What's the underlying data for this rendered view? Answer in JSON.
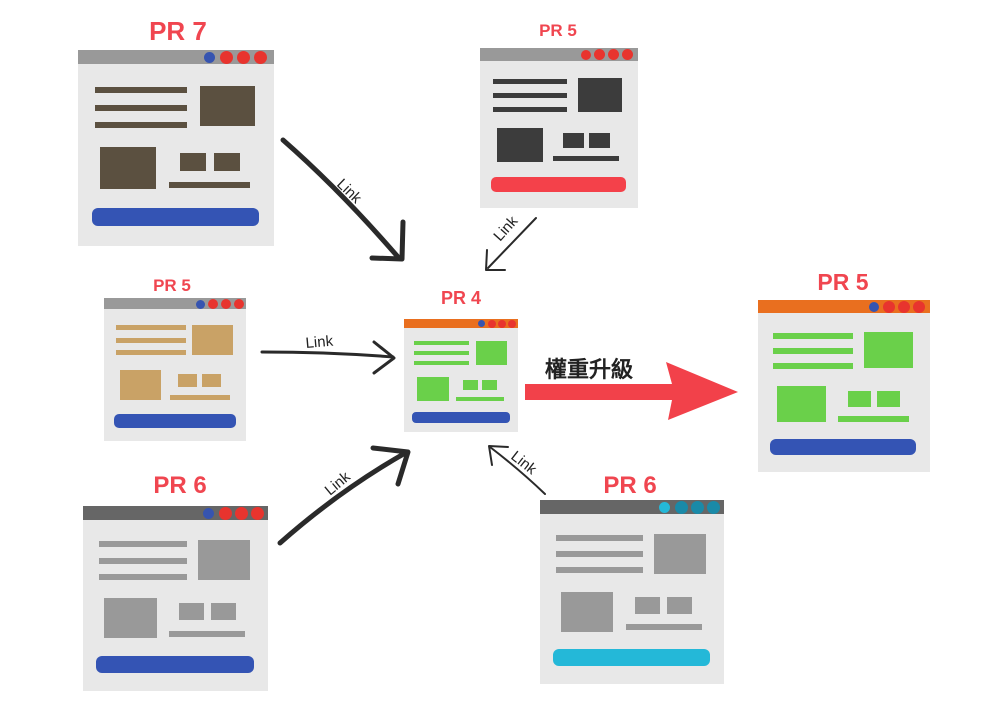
{
  "pages": [
    {
      "label": "PR 7",
      "bar_color": "#999999",
      "dot_colors": [
        "#3654b0",
        "#e8342e",
        "#e8342e",
        "#e8342e"
      ],
      "content_color": "#5b5040",
      "button_color": "#3454b4"
    },
    {
      "label": "PR 5",
      "bar_color": "#999999",
      "dot_colors": [
        "#e8342e",
        "#e8342e",
        "#e8342e",
        "#e8342e"
      ],
      "content_color": "#3c3c3c",
      "button_color": "#f4414a"
    },
    {
      "label": "PR 5",
      "bar_color": "#999999",
      "dot_colors": [
        "#3654b0",
        "#e8342e",
        "#e8342e",
        "#e8342e"
      ],
      "content_color": "#c9a266",
      "button_color": "#3454b4"
    },
    {
      "label": "PR 4",
      "bar_color": "#e96f1f",
      "dot_colors": [
        "#3654b0",
        "#e8342e",
        "#e8342e",
        "#e8342e"
      ],
      "content_color": "#6ad04a",
      "button_color": "#3454b4"
    },
    {
      "label": "PR 5",
      "bar_color": "#e96f1f",
      "dot_colors": [
        "#3654b0",
        "#e8342e",
        "#e8342e",
        "#e8342e"
      ],
      "content_color": "#6ad04a",
      "button_color": "#3454b4"
    },
    {
      "label": "PR 6",
      "bar_color": "#666666",
      "dot_colors": [
        "#3654b0",
        "#e8342e",
        "#e8342e",
        "#e8342e"
      ],
      "content_color": "#999999",
      "button_color": "#3454b4"
    },
    {
      "label": "PR 6",
      "bar_color": "#666666",
      "dot_colors": [
        "#24b8d8",
        "#1a8aa8",
        "#1a8aa8",
        "#1a8aa8"
      ],
      "content_color": "#999999",
      "button_color": "#24b8d8"
    }
  ],
  "links": [
    "Link",
    "Link",
    "Link",
    "Link",
    "Link"
  ],
  "upgrade": {
    "text": "權重升級",
    "arrow_color": "#f2414a"
  },
  "colors": {
    "label": "#f04650",
    "window_bg": "#e8e8e8",
    "arrow": "#2a2a2a"
  }
}
